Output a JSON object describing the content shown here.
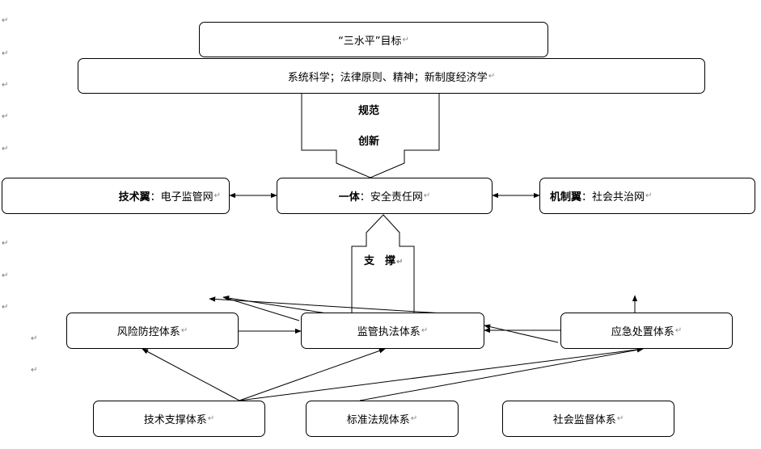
{
  "top_goal": "“三水平”目标",
  "foundation": "系统科学；法律原则、精神；新制度经济学",
  "arrow_down_label1": "规范",
  "arrow_down_label2": "创新",
  "left_wing": {
    "prefix": "技术翼",
    "sep": "：",
    "text": "电子监管网"
  },
  "center_body": {
    "prefix": "一体",
    "sep": "：",
    "text": "安全责任网"
  },
  "right_wing": {
    "prefix": "机制翼",
    "sep": "：",
    "text": "社会共治网"
  },
  "support_label": "支　撑",
  "row1": [
    "风险防控体系",
    "监管执法体系",
    "应急处置体系"
  ],
  "row2": [
    "技术支撑体系",
    "标准法规体系",
    "社会监督体系"
  ],
  "return_mark": "↵"
}
